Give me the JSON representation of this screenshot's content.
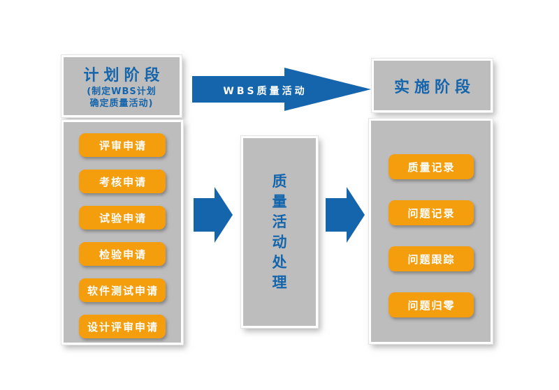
{
  "colors": {
    "blue": "#1565ac",
    "orange": "#f49d0d",
    "panel_gray": "#bdbdbd",
    "label_white": "#ffffff"
  },
  "planning": {
    "title": "计划阶段",
    "subtitle": "(制定WBS计划\n确定质量活动)",
    "items": [
      {
        "label": "评审申请"
      },
      {
        "label": "考核申请"
      },
      {
        "label": "试验申请"
      },
      {
        "label": "检验申请"
      },
      {
        "label": "软件测试申请"
      },
      {
        "label": "设计评审申请"
      }
    ]
  },
  "wbs_arrow": {
    "label": "WBS质量活动"
  },
  "process_box": {
    "label": "质量活动处理"
  },
  "implementation": {
    "title": "实施阶段",
    "items": [
      {
        "label": "质量记录"
      },
      {
        "label": "问题记录"
      },
      {
        "label": "问题跟踪"
      },
      {
        "label": "问题归零"
      }
    ]
  }
}
